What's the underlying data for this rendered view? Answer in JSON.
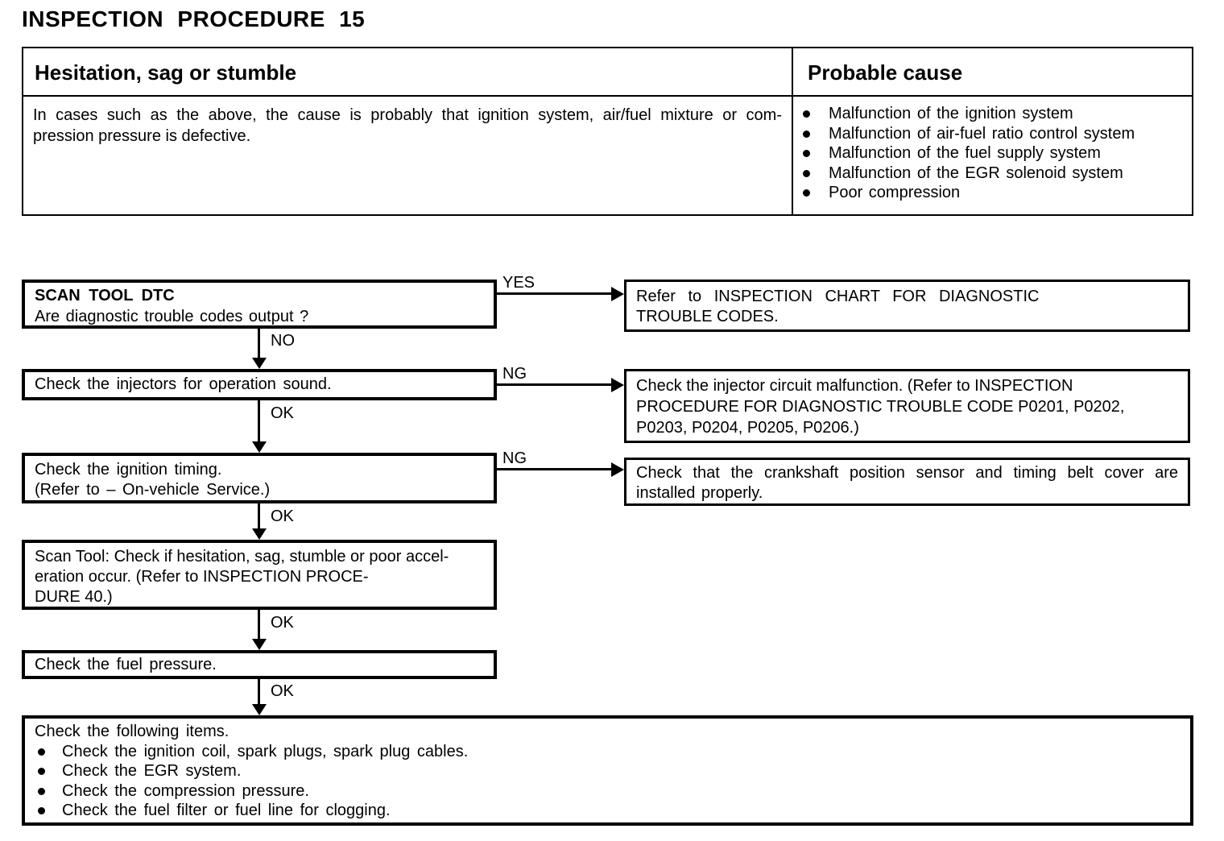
{
  "title": "INSPECTION PROCEDURE 15",
  "table": {
    "symptom_header": "Hesitation, sag or stumble",
    "cause_header": "Probable cause",
    "symptom_lines": [
      "In cases such as the above, the cause is probably that ignition system, air/fuel mixture or com-",
      "pression pressure is defective."
    ],
    "causes": [
      "Malfunction of the ignition system",
      "Malfunction of air-fuel ratio control system",
      "Malfunction of the fuel supply system",
      "Malfunction of the EGR solenoid system",
      "Poor compression"
    ]
  },
  "labels": {
    "yes": "YES",
    "no": "NO",
    "ng": "NG",
    "ok": "OK"
  },
  "flow": {
    "step1": {
      "title": "SCAN TOOL DTC",
      "question": "Are diagnostic trouble codes output ?"
    },
    "result1": {
      "lines": [
        "Refer to INSPECTION CHART FOR DIAGNOSTIC",
        "TROUBLE CODES."
      ]
    },
    "step2": {
      "text": "Check the injectors for operation sound."
    },
    "result2": {
      "lines": [
        "Check the injector circuit malfunction. (Refer to INSPECTION",
        "PROCEDURE FOR DIAGNOSTIC TROUBLE CODE P0201, P0202,",
        "P0203, P0204, P0205, P0206.)"
      ]
    },
    "step3": {
      "lines": [
        "Check the ignition timing.",
        "(Refer to – On-vehicle Service.)"
      ]
    },
    "result3": {
      "lines": [
        "Check that the crankshaft position sensor and timing belt cover are",
        "installed properly."
      ]
    },
    "step4": {
      "lines": [
        "Scan Tool: Check if hesitation, sag, stumble or poor accel-",
        "eration occur. (Refer to INSPECTION PROCE-",
        "DURE 40.)"
      ]
    },
    "step5": {
      "text": "Check the fuel pressure."
    },
    "step6": {
      "heading": "Check the following items.",
      "items": [
        "Check the ignition coil, spark plugs, spark plug cables.",
        "Check the EGR system.",
        "Check the compression pressure.",
        "Check the fuel filter or fuel line for clogging."
      ]
    }
  }
}
